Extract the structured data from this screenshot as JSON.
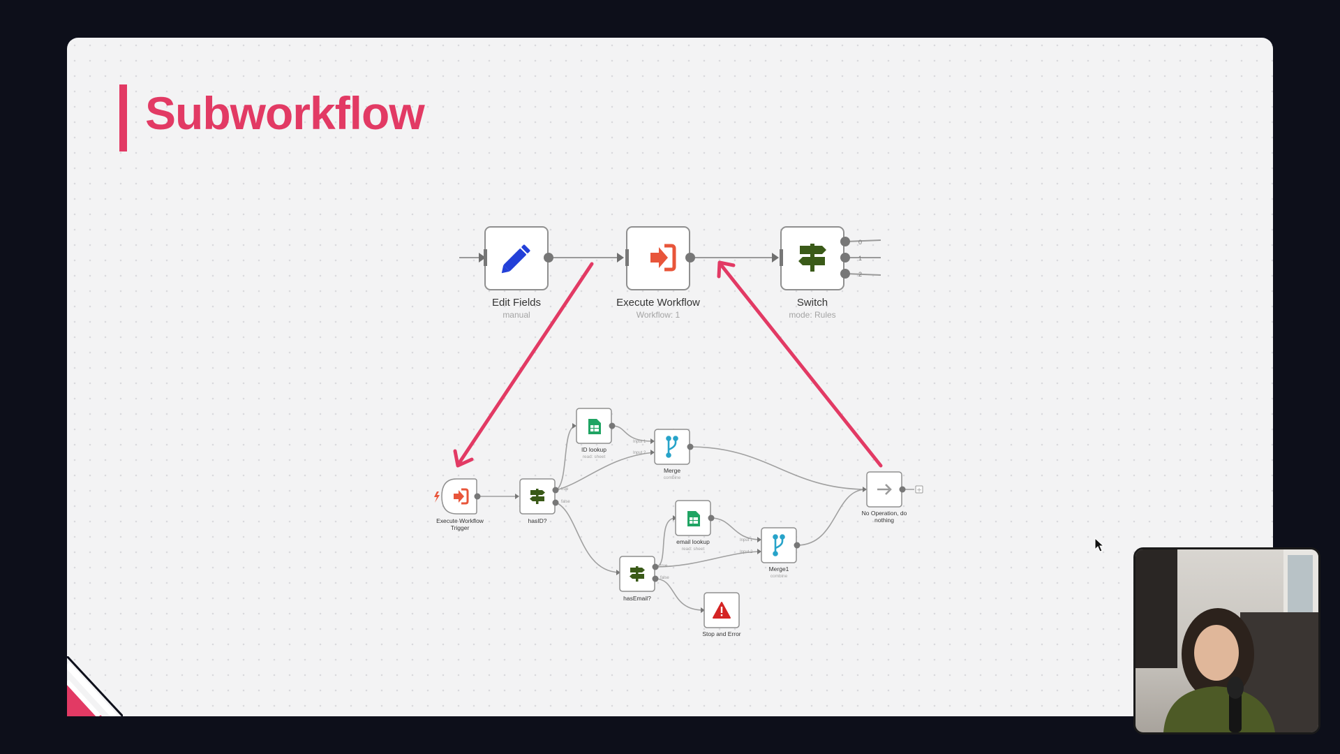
{
  "slide": {
    "title": "Subworkflow",
    "accent_color": "#e23a64"
  },
  "top_flow": {
    "nodes": [
      {
        "id": "edit-fields",
        "label": "Edit Fields",
        "sub": "manual",
        "icon": "pencil-icon"
      },
      {
        "id": "execute-workflow",
        "label": "Execute Workflow",
        "sub": "Workflow: 1",
        "icon": "sign-in-arrow-icon"
      },
      {
        "id": "switch",
        "label": "Switch",
        "sub": "mode: Rules",
        "icon": "signpost-icon"
      }
    ],
    "switch_outputs": [
      "0",
      "1",
      "2"
    ]
  },
  "sub_flow": {
    "nodes": [
      {
        "id": "execute-workflow-trigger",
        "label": "Execute Workflow",
        "label2": "Trigger",
        "icon": "sign-in-arrow-icon"
      },
      {
        "id": "hasid",
        "label": "hasID?",
        "icon": "signpost-icon"
      },
      {
        "id": "id-lookup",
        "label": "ID lookup",
        "sub": "read: sheet",
        "icon": "sheets-icon"
      },
      {
        "id": "merge",
        "label": "Merge",
        "sub": "combine",
        "icon": "merge-icon"
      },
      {
        "id": "email-lookup",
        "label": "email lookup",
        "sub": "read: sheet",
        "icon": "sheets-icon"
      },
      {
        "id": "merge1",
        "label": "Merge1",
        "sub": "combine",
        "icon": "merge-icon"
      },
      {
        "id": "hasemail",
        "label": "hasEmail?",
        "icon": "signpost-icon"
      },
      {
        "id": "stop-and-error",
        "label": "Stop and Error",
        "icon": "warning-icon"
      },
      {
        "id": "no-operation",
        "label": "No Operation, do",
        "label2": "nothing",
        "icon": "arrow-right-icon"
      }
    ],
    "branch_labels": {
      "true": "true",
      "false": "false",
      "input1": "Input 1",
      "input2": "Input 2"
    }
  },
  "colors": {
    "node_border": "#8f8f8f",
    "connector": "#9a9a9a",
    "pencil": "#2340d8",
    "execute": "#e8553a",
    "switch": "#3a5a18",
    "sheets": "#1fa463",
    "merge": "#27a3c9",
    "error": "#d42424",
    "arrow": "#e23a64"
  }
}
